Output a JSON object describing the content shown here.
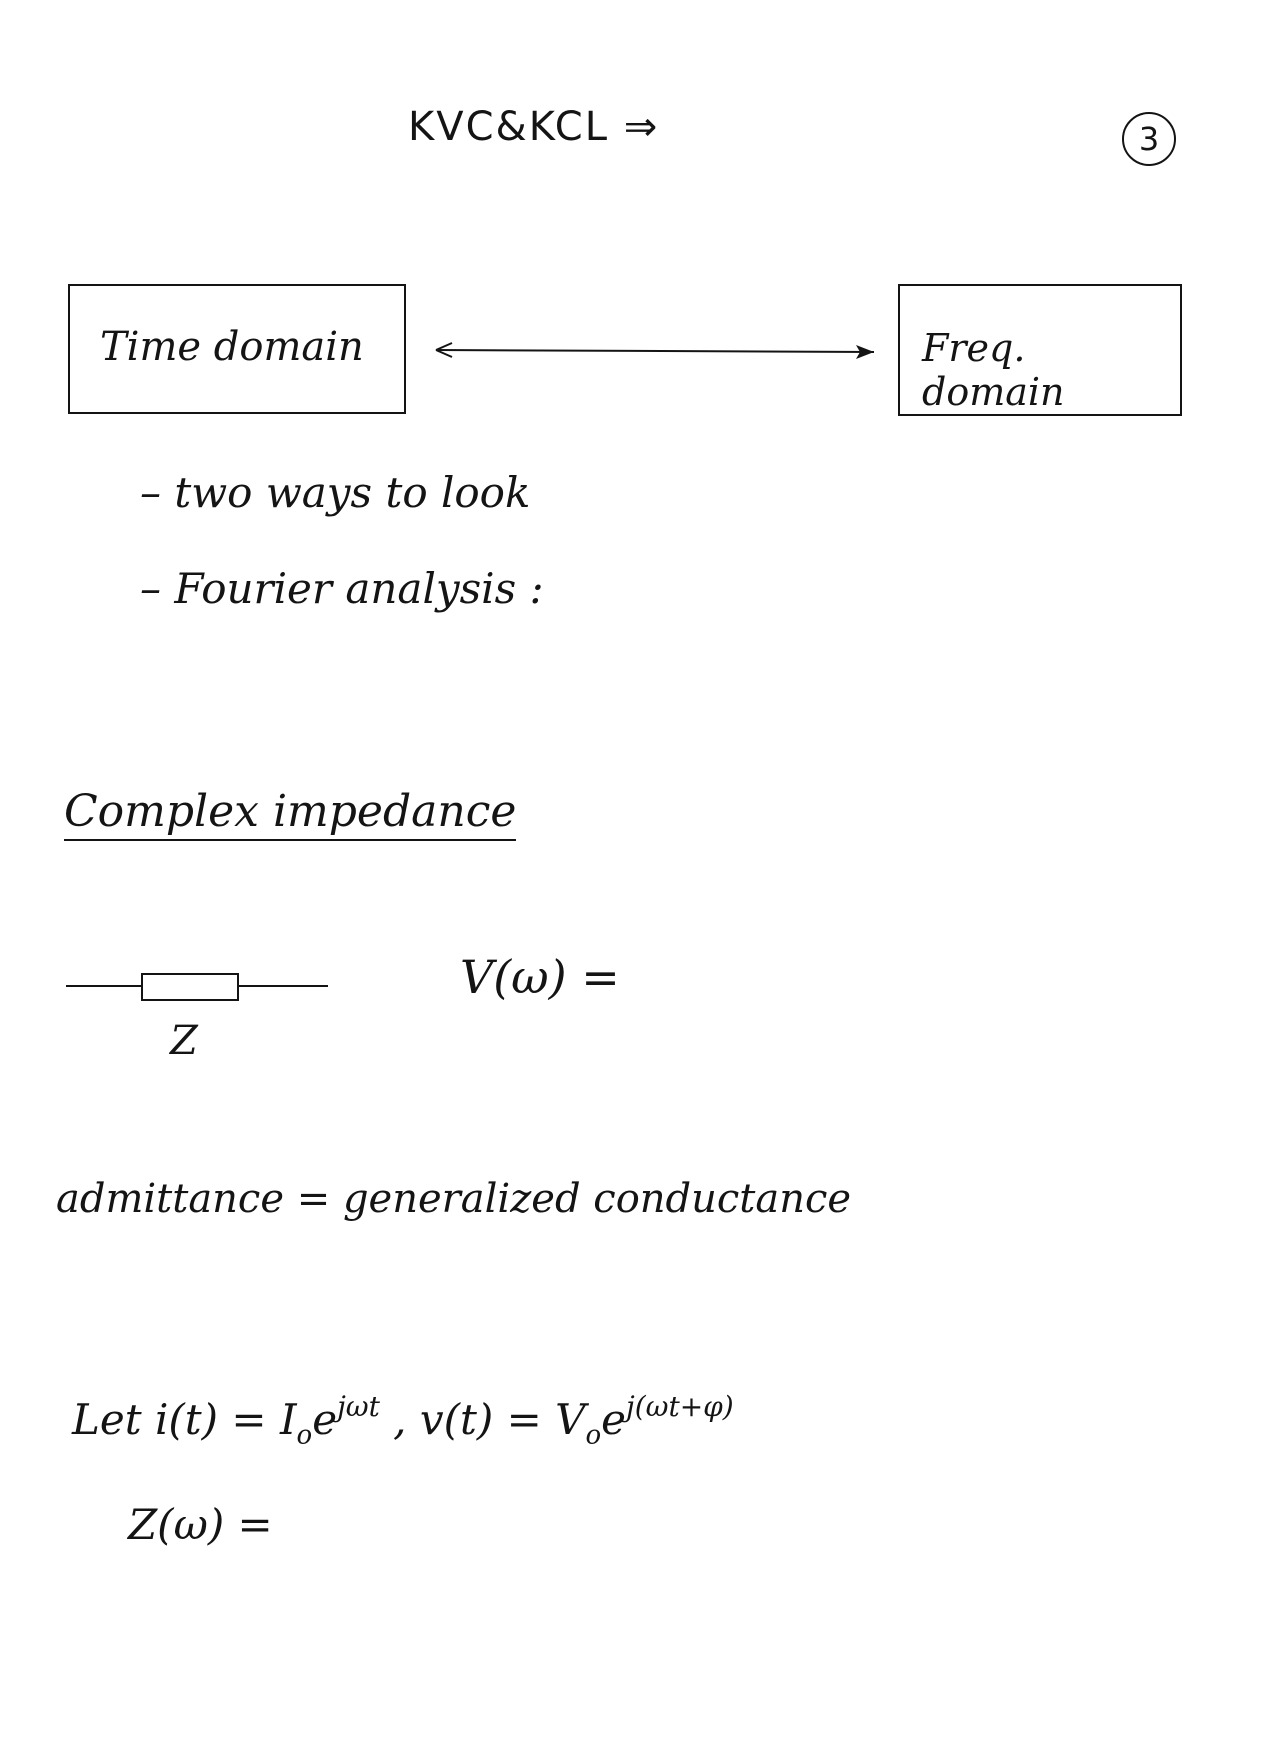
{
  "header": {
    "title": "KVC&KCL ⇒",
    "page_number": "3"
  },
  "domains": {
    "time_label": "Time domain",
    "freq_label": "Freq. domain"
  },
  "bullets": [
    "– two ways to look",
    "– Fourier analysis :"
  ],
  "section": {
    "heading": "Complex impedance"
  },
  "circuit": {
    "component_label": "Z",
    "voltage_expr": "V(ω) ="
  },
  "admittance": {
    "text": "admittance = generalized conductance"
  },
  "let": {
    "prefix": "Let  i(t) = I",
    "i_sub": "o",
    "i_exp_base": "e",
    "i_exp": "jωt",
    "separator": " ,  ",
    "v_prefix": "v(t) = V",
    "v_sub": "o",
    "v_exp_base": "e",
    "v_exp": "j(ωt+φ)"
  },
  "impedance": {
    "expr": "Z(ω) ="
  }
}
